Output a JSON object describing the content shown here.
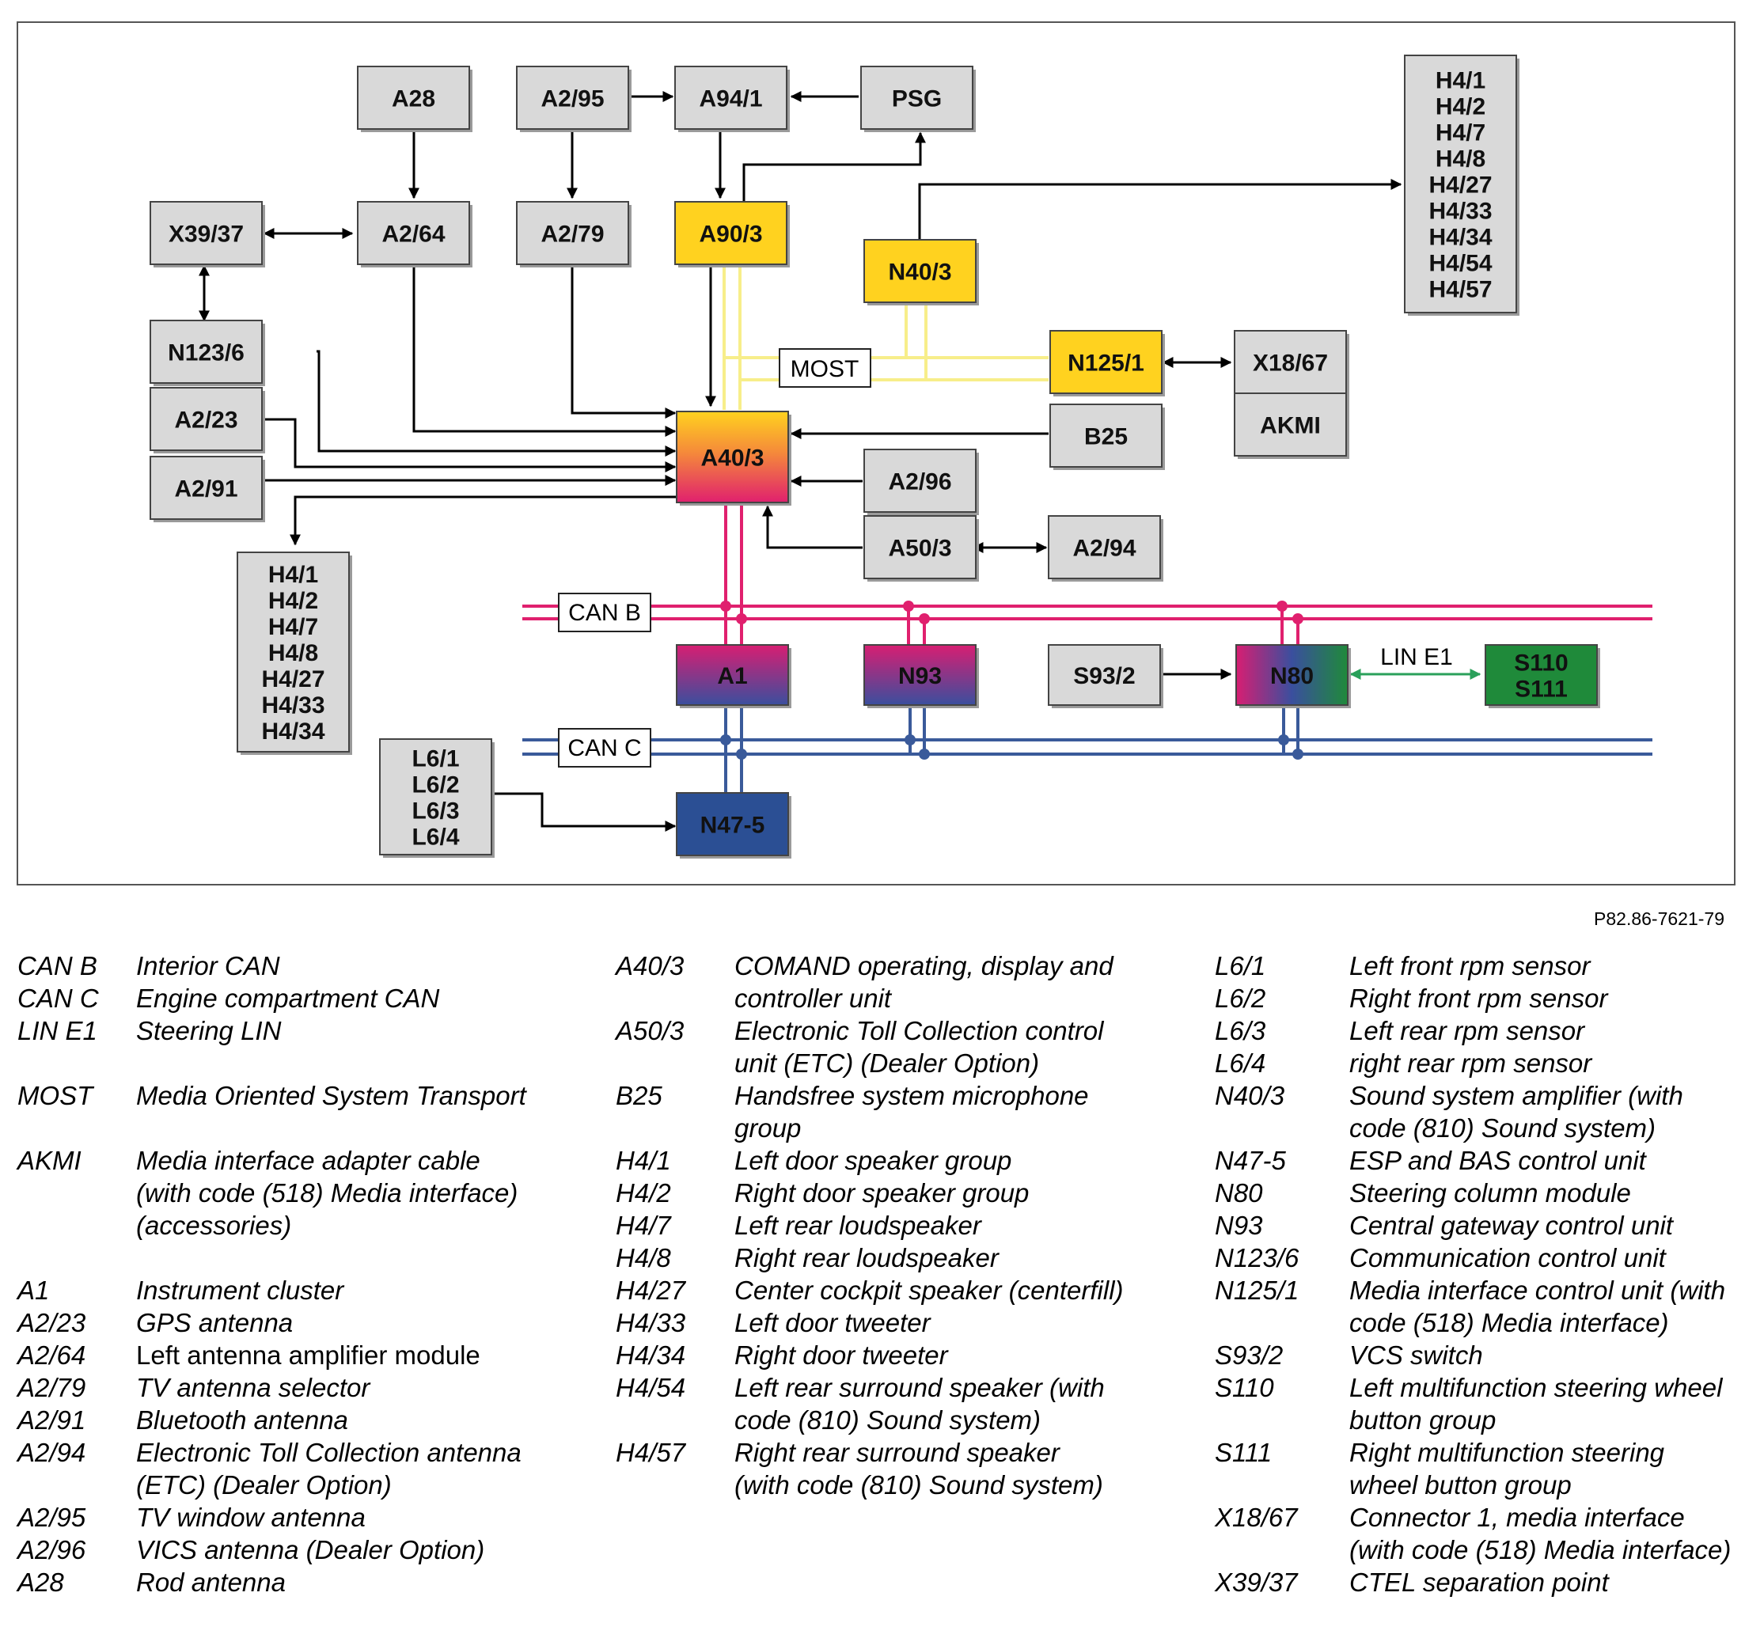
{
  "diagram": {
    "boxes": [
      {
        "id": "A28",
        "label": "A28",
        "style": "gray"
      },
      {
        "id": "A2_95",
        "label": "A2/95",
        "style": "gray"
      },
      {
        "id": "A94_1",
        "label": "A94/1",
        "style": "gray"
      },
      {
        "id": "PSG",
        "label": "PSG",
        "style": "gray"
      },
      {
        "id": "X39_37",
        "label": "X39/37",
        "style": "gray"
      },
      {
        "id": "A2_64",
        "label": "A2/64",
        "style": "gray"
      },
      {
        "id": "A2_79",
        "label": "A2/79",
        "style": "gray"
      },
      {
        "id": "A90_3",
        "label": "A90/3",
        "style": "yellow"
      },
      {
        "id": "N40_3",
        "label": "N40/3",
        "style": "yellow"
      },
      {
        "id": "N123_6",
        "label": "N123/6",
        "style": "gray"
      },
      {
        "id": "N125_1",
        "label": "N125/1",
        "style": "yellow"
      },
      {
        "id": "X18_67",
        "label": "X18/67",
        "style": "gray"
      },
      {
        "id": "AKMI",
        "label": "AKMI",
        "style": "gray"
      },
      {
        "id": "A2_23",
        "label": "A2/23",
        "style": "gray"
      },
      {
        "id": "A40_3",
        "label": "A40/3",
        "style": "comand"
      },
      {
        "id": "B25",
        "label": "B25",
        "style": "gray"
      },
      {
        "id": "A2_91",
        "label": "A2/91",
        "style": "gray"
      },
      {
        "id": "A2_96",
        "label": "A2/96",
        "style": "gray"
      },
      {
        "id": "A50_3",
        "label": "A50/3",
        "style": "gray"
      },
      {
        "id": "A2_94",
        "label": "A2/94",
        "style": "gray"
      },
      {
        "id": "A1",
        "label": "A1",
        "style": "canbc"
      },
      {
        "id": "N93",
        "label": "N93",
        "style": "canbc"
      },
      {
        "id": "S93_2",
        "label": "S93/2",
        "style": "gray"
      },
      {
        "id": "N80",
        "label": "N80",
        "style": "n80"
      },
      {
        "id": "S110_S111",
        "label": "S110\nS111",
        "style": "green"
      },
      {
        "id": "N47_5",
        "label": "N47-5",
        "style": "blue"
      },
      {
        "id": "H4_right",
        "label": "H4/1\nH4/2\nH4/7\nH4/8\nH4/27\nH4/33\nH4/34\nH4/54\nH4/57",
        "style": "gray"
      },
      {
        "id": "H4_left",
        "label": "H4/1\nH4/2\nH4/7\nH4/8\nH4/27\nH4/33\nH4/34",
        "style": "gray"
      },
      {
        "id": "L6",
        "label": "L6/1\nL6/2\nL6/3\nL6/4",
        "style": "gray"
      }
    ],
    "bus_labels": {
      "most": "MOST",
      "can_b": "CAN B",
      "can_c": "CAN C",
      "lin_e1": "LIN E1"
    },
    "colors": {
      "gray": "#d9d9d9",
      "yellow": "#ffd21f",
      "yellow_line": "#f7ee8a",
      "can_b": "#e0206e",
      "can_c": "#3a5a9a",
      "lin": "#2aa05a",
      "green": "#1f8a3a",
      "blue": "#2b4f94",
      "outline": "#444444"
    }
  },
  "reference": "P82.86-7621-79",
  "legend": {
    "col1": [
      {
        "code": "CAN B",
        "desc": "Interior CAN"
      },
      {
        "code": "CAN C",
        "desc": "Engine compartment CAN"
      },
      {
        "code": "LIN E1",
        "desc": "Steering LIN"
      },
      {
        "code": "MOST",
        "desc": "Media Oriented System Transport"
      },
      {
        "code": "AKMI",
        "desc": "Media interface adapter cable\n(with code (518) Media interface)\n(accessories)"
      },
      {
        "code": "A1",
        "desc": "Instrument cluster"
      },
      {
        "code": "A2/23",
        "desc": "GPS antenna"
      },
      {
        "code": "A2/64",
        "desc": "Left antenna amplifier module"
      },
      {
        "code": "A2/79",
        "desc": "TV antenna selector"
      },
      {
        "code": "A2/91",
        "desc": "Bluetooth antenna"
      },
      {
        "code": "A2/94",
        "desc": "Electronic Toll Collection antenna\n(ETC) (Dealer Option)"
      },
      {
        "code": "A2/95",
        "desc": "TV window antenna"
      },
      {
        "code": "A2/96",
        "desc": "VICS antenna (Dealer Option)"
      },
      {
        "code": "A28",
        "desc": "Rod antenna"
      }
    ],
    "col2": [
      {
        "code": "A40/3",
        "desc": "COMAND operating, display and\ncontroller unit"
      },
      {
        "code": "A50/3",
        "desc": "Electronic Toll Collection control\nunit (ETC) (Dealer Option)"
      },
      {
        "code": "B25",
        "desc": "Handsfree system microphone\ngroup"
      },
      {
        "code": "H4/1",
        "desc": "Left door speaker group"
      },
      {
        "code": "H4/2",
        "desc": "Right door speaker group"
      },
      {
        "code": "H4/7",
        "desc": "Left rear loudspeaker"
      },
      {
        "code": "H4/8",
        "desc": "Right rear loudspeaker"
      },
      {
        "code": "H4/27",
        "desc": "Center cockpit speaker (centerfill)"
      },
      {
        "code": "H4/33",
        "desc": "Left door tweeter"
      },
      {
        "code": "H4/34",
        "desc": "Right door tweeter"
      },
      {
        "code": "H4/54",
        "desc": "Left rear surround speaker (with\ncode (810) Sound system)"
      },
      {
        "code": "H4/57",
        "desc": "Right rear surround speaker\n(with code (810) Sound system)"
      }
    ],
    "col3": [
      {
        "code": "L6/1",
        "desc": "Left front rpm sensor"
      },
      {
        "code": "L6/2",
        "desc": "Right front rpm sensor"
      },
      {
        "code": "L6/3",
        "desc": "Left rear rpm sensor"
      },
      {
        "code": "L6/4",
        "desc": "right rear rpm sensor"
      },
      {
        "code": "N40/3",
        "desc": "Sound system amplifier (with\ncode (810) Sound system)"
      },
      {
        "code": "N47-5",
        "desc": "ESP and BAS control unit"
      },
      {
        "code": "N80",
        "desc": "Steering column module"
      },
      {
        "code": "N93",
        "desc": "Central gateway control unit"
      },
      {
        "code": "N123/6",
        "desc": "Communication control unit"
      },
      {
        "code": "N125/1",
        "desc": "Media interface control unit (with\ncode (518) Media interface)"
      },
      {
        "code": "S93/2",
        "desc": "VCS switch"
      },
      {
        "code": "S110",
        "desc": "Left multifunction steering wheel\nbutton group"
      },
      {
        "code": "S111",
        "desc": "Right multifunction steering\nwheel button group"
      },
      {
        "code": "X18/67",
        "desc": "Connector 1, media interface\n(with code (518) Media interface)"
      },
      {
        "code": "X39/37",
        "desc": "CTEL separation point"
      }
    ]
  }
}
